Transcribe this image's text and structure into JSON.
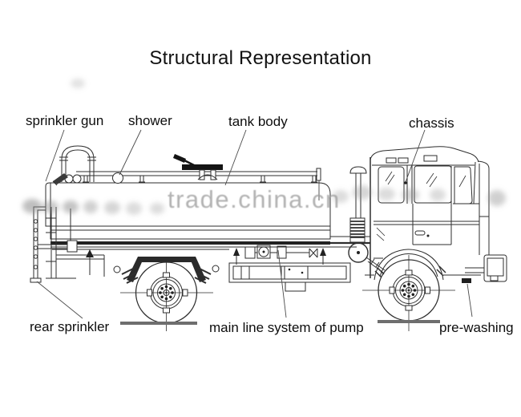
{
  "title": "Structural Representation",
  "watermark": "trade.china.cn",
  "diagram": {
    "labels": {
      "sprinkler_gun": "sprinkler gun",
      "shower": "shower",
      "tank_body": "tank body",
      "chassis": "chassis",
      "rear_sprinkler": "rear sprinkler",
      "main_line": "main line system of pump",
      "pre_washing": "pre-washing"
    },
    "colors": {
      "line": "#2e2e2e",
      "dark_fill": "#1f1f1f",
      "ground": "#6e6e6e",
      "watermark": "#9f9f9f",
      "background": "#ffffff"
    }
  }
}
